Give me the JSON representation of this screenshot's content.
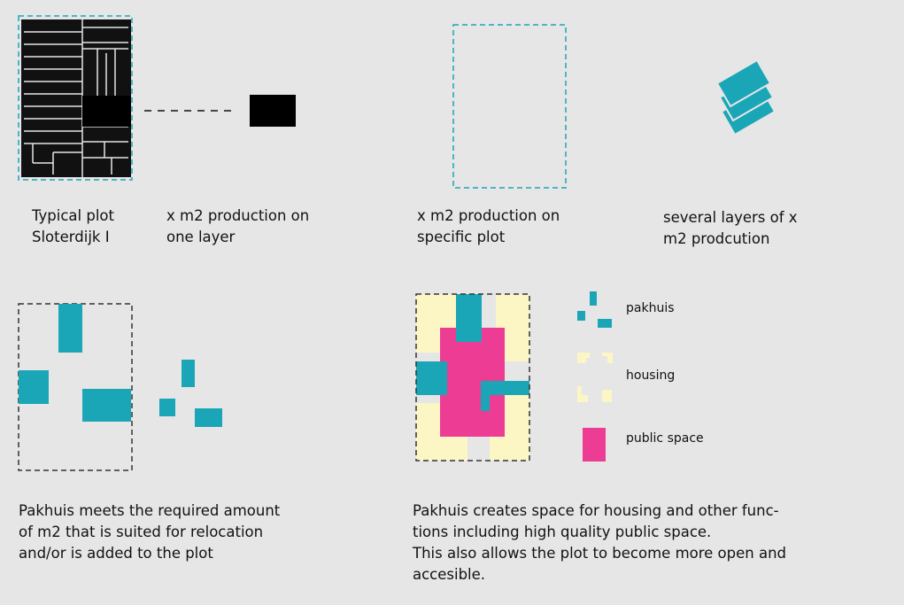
{
  "colors": {
    "background": "#e6e6e6",
    "teal": "#1aa6b7",
    "magenta": "#ec3c94",
    "cream": "#fcf6c4",
    "black": "#111111",
    "dash_teal": "#1aa6b7",
    "dash_dark": "#333333"
  },
  "captions": {
    "typical_plot": "Typical plot\nSloterdijk I",
    "one_layer": "x m2 production on\none layer",
    "specific_plot": "x m2 production on\nspecific plot",
    "several_layers": "several layers of x\nm2 prodcution",
    "pakhuis_meets": "Pakhuis meets the required amount\nof m2 that is suited for relocation\nand/or is added to the plot",
    "pakhuis_creates": "Pakhuis creates space for housing and other func-\ntions including high quality public space.\nThis also allows the plot to become more open and\naccesible."
  },
  "legend": {
    "pakhuis": "pakhuis",
    "housing": "housing",
    "public_space": "public space"
  }
}
